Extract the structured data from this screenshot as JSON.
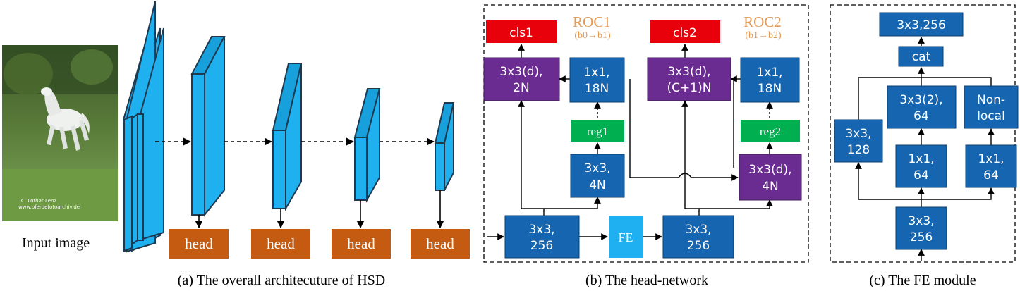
{
  "colors": {
    "conv_block": "#1565b0",
    "purple_block": "#6a2c91",
    "red_block": "#e8000b",
    "green_block": "#00b050",
    "fe_block": "#1eb0f0",
    "head_block": "#c55a11",
    "feature_map": "#1fb0f0",
    "roc_text": "#e59a55",
    "line": "#000000"
  },
  "panel_a": {
    "input_label": "Input image",
    "photo_credit_line1": "C. Lothar Lenz",
    "photo_credit_line2": "www.pferdefotoarchiv.de",
    "heads": [
      "head",
      "head",
      "head",
      "head"
    ],
    "caption": "(a) The overall architecuture of HSD"
  },
  "panel_b": {
    "roc1_title": "ROC1",
    "roc1_sub": "(b0→b1)",
    "roc2_title": "ROC2",
    "roc2_sub": "(b1→b2)",
    "cls1": "cls1",
    "cls2": "cls2",
    "roc1_cls_conv": [
      "3x3(d),",
      "2N"
    ],
    "roc1_reg_conv": [
      "1x1,",
      "18N"
    ],
    "roc2_cls_conv": [
      "3x3(d),",
      "(C+1)N"
    ],
    "roc2_reg_conv": [
      "1x1,",
      "18N"
    ],
    "reg1": "reg1",
    "reg2": "reg2",
    "roc1_loc_conv": [
      "3x3,",
      "4N"
    ],
    "roc2_loc_conv": [
      "3x3(d),",
      "4N"
    ],
    "conv_a": [
      "3x3,",
      "256"
    ],
    "fe": "FE",
    "conv_b": [
      "3x3,",
      "256"
    ],
    "caption": "(b) The head-network"
  },
  "panel_c": {
    "out_conv": "3x3,256",
    "cat": "cat",
    "dil_conv": [
      "3x3(2),",
      "64"
    ],
    "nonlocal": [
      "Non-",
      "local"
    ],
    "side_conv": [
      "3x3,",
      "128"
    ],
    "mid_conv1": [
      "1x1,",
      "64"
    ],
    "mid_conv2": [
      "1x1,",
      "64"
    ],
    "in_conv": [
      "3x3,",
      "256"
    ],
    "caption": "(c) The FE module"
  }
}
